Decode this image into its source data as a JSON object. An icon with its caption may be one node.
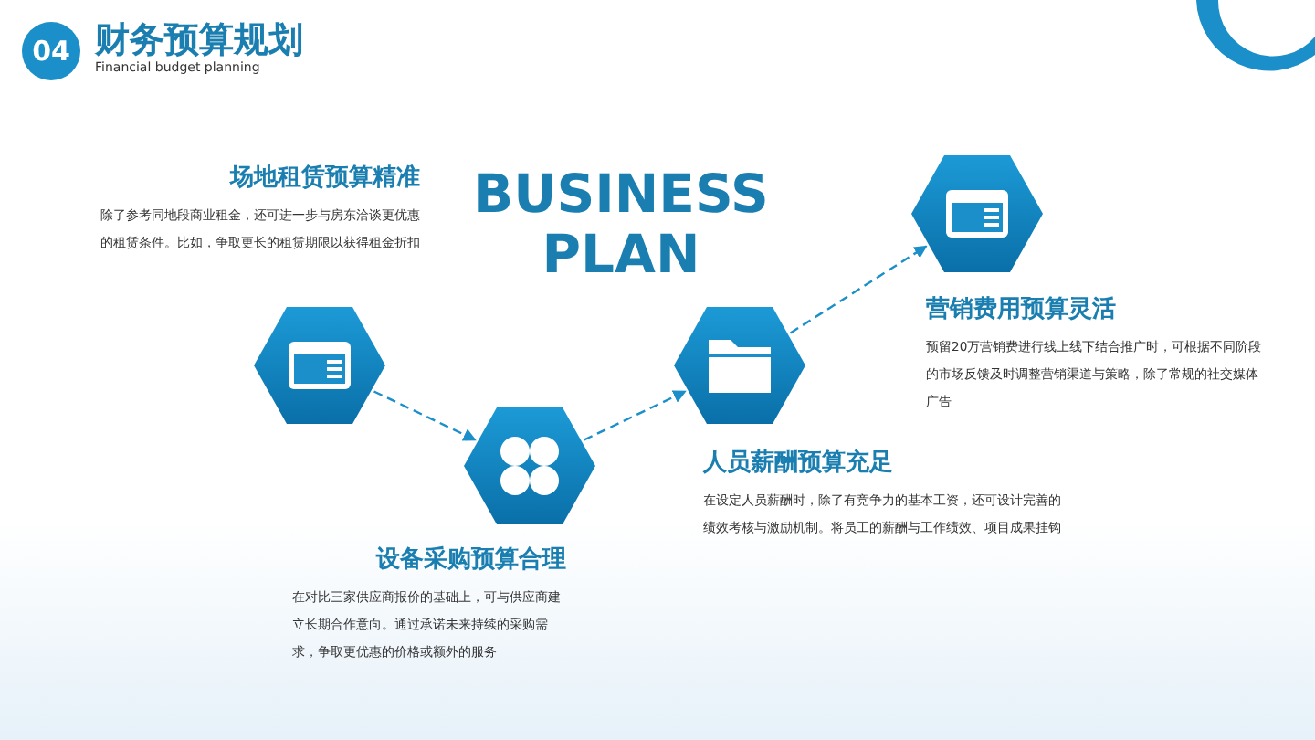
{
  "diagram": {
    "title": "财务预算规划",
    "nodes": [
      {
        "text": [],
        "shape": "hexagon",
        "beside": [
          "场地租赁预算精准",
          "除了参考同地段商业租金，还可进一步与房东洽谈更优惠的租赁条件。比如，争取更长的租赁期限以获得租金折扣"
        ]
      },
      {
        "text": [],
        "shape": "hexagon",
        "beside": [
          "设备采购预算合理",
          "在对比三家供应商报价的基础上，可与供应商建立长期合作意向。通过承诺未来持续的采购需求，争取更优惠的价格或额外的服务"
        ]
      },
      {
        "text": [],
        "shape": "hexagon",
        "beside": [
          "人员薪酬预算充足",
          "在设定人员薪酬时，除了有竞争力的基本工资，还可设计完善的绩效考核与激励机制。将员工的薪酬与工作绩效、项目成果挂钩"
        ]
      },
      {
        "text": [],
        "shape": "hexagon",
        "beside": [
          "营销费用预算灵活",
          "预留20万营销费进行线上线下结合推广时，可根据不同阶段的市场反馈及时调整营销渠道与策略，除了常规的社交媒体广告"
        ]
      }
    ],
    "edges": [
      {
        "from": 0,
        "to": 1,
        "arrow": "to",
        "style": "dashed"
      },
      {
        "from": 1,
        "to": 2,
        "arrow": "to",
        "style": "dashed"
      },
      {
        "from": 2,
        "to": 3,
        "arrow": "to",
        "style": "dashed"
      }
    ],
    "labels": [
      "04",
      "Financial budget planning",
      "BUSINESS PLAN"
    ]
  }
}
